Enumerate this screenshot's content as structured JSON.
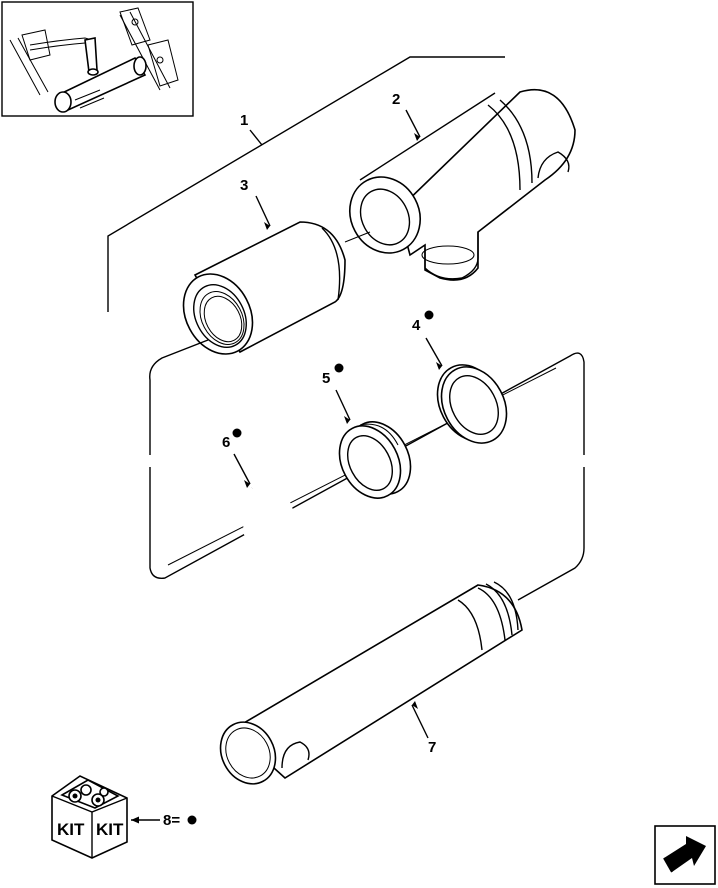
{
  "callouts": [
    {
      "id": "1",
      "text": "1"
    },
    {
      "id": "2",
      "text": "2"
    },
    {
      "id": "3",
      "text": "3"
    },
    {
      "id": "4",
      "text": "4"
    },
    {
      "id": "5",
      "text": "5"
    },
    {
      "id": "6",
      "text": "6"
    },
    {
      "id": "7",
      "text": "7"
    }
  ],
  "kit": {
    "box_text_left": "KIT",
    "box_text_right": "KIT",
    "label": "8=",
    "marker_icon": "bullet-dot"
  },
  "kit_markers": [
    "4",
    "5",
    "6"
  ],
  "inset": {
    "icon": "locator-thumbnail"
  },
  "nav": {
    "icon": "next-page-arrow-icon"
  }
}
